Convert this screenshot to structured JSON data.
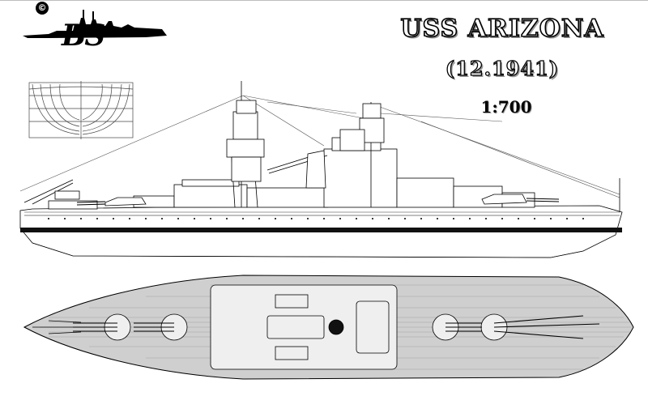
{
  "logo": {
    "copyright_symbol": "©",
    "initials": "BS"
  },
  "header": {
    "title": "USS ARIZONA",
    "date": "(12.1941)",
    "scale": "1:700"
  },
  "colors": {
    "ink": "#000000",
    "deck_gray": "#8a8a8a",
    "hull_fill": "#ffffff",
    "boot_topping": "#111111"
  },
  "views": [
    "body-plan",
    "side-profile",
    "plan-view"
  ]
}
